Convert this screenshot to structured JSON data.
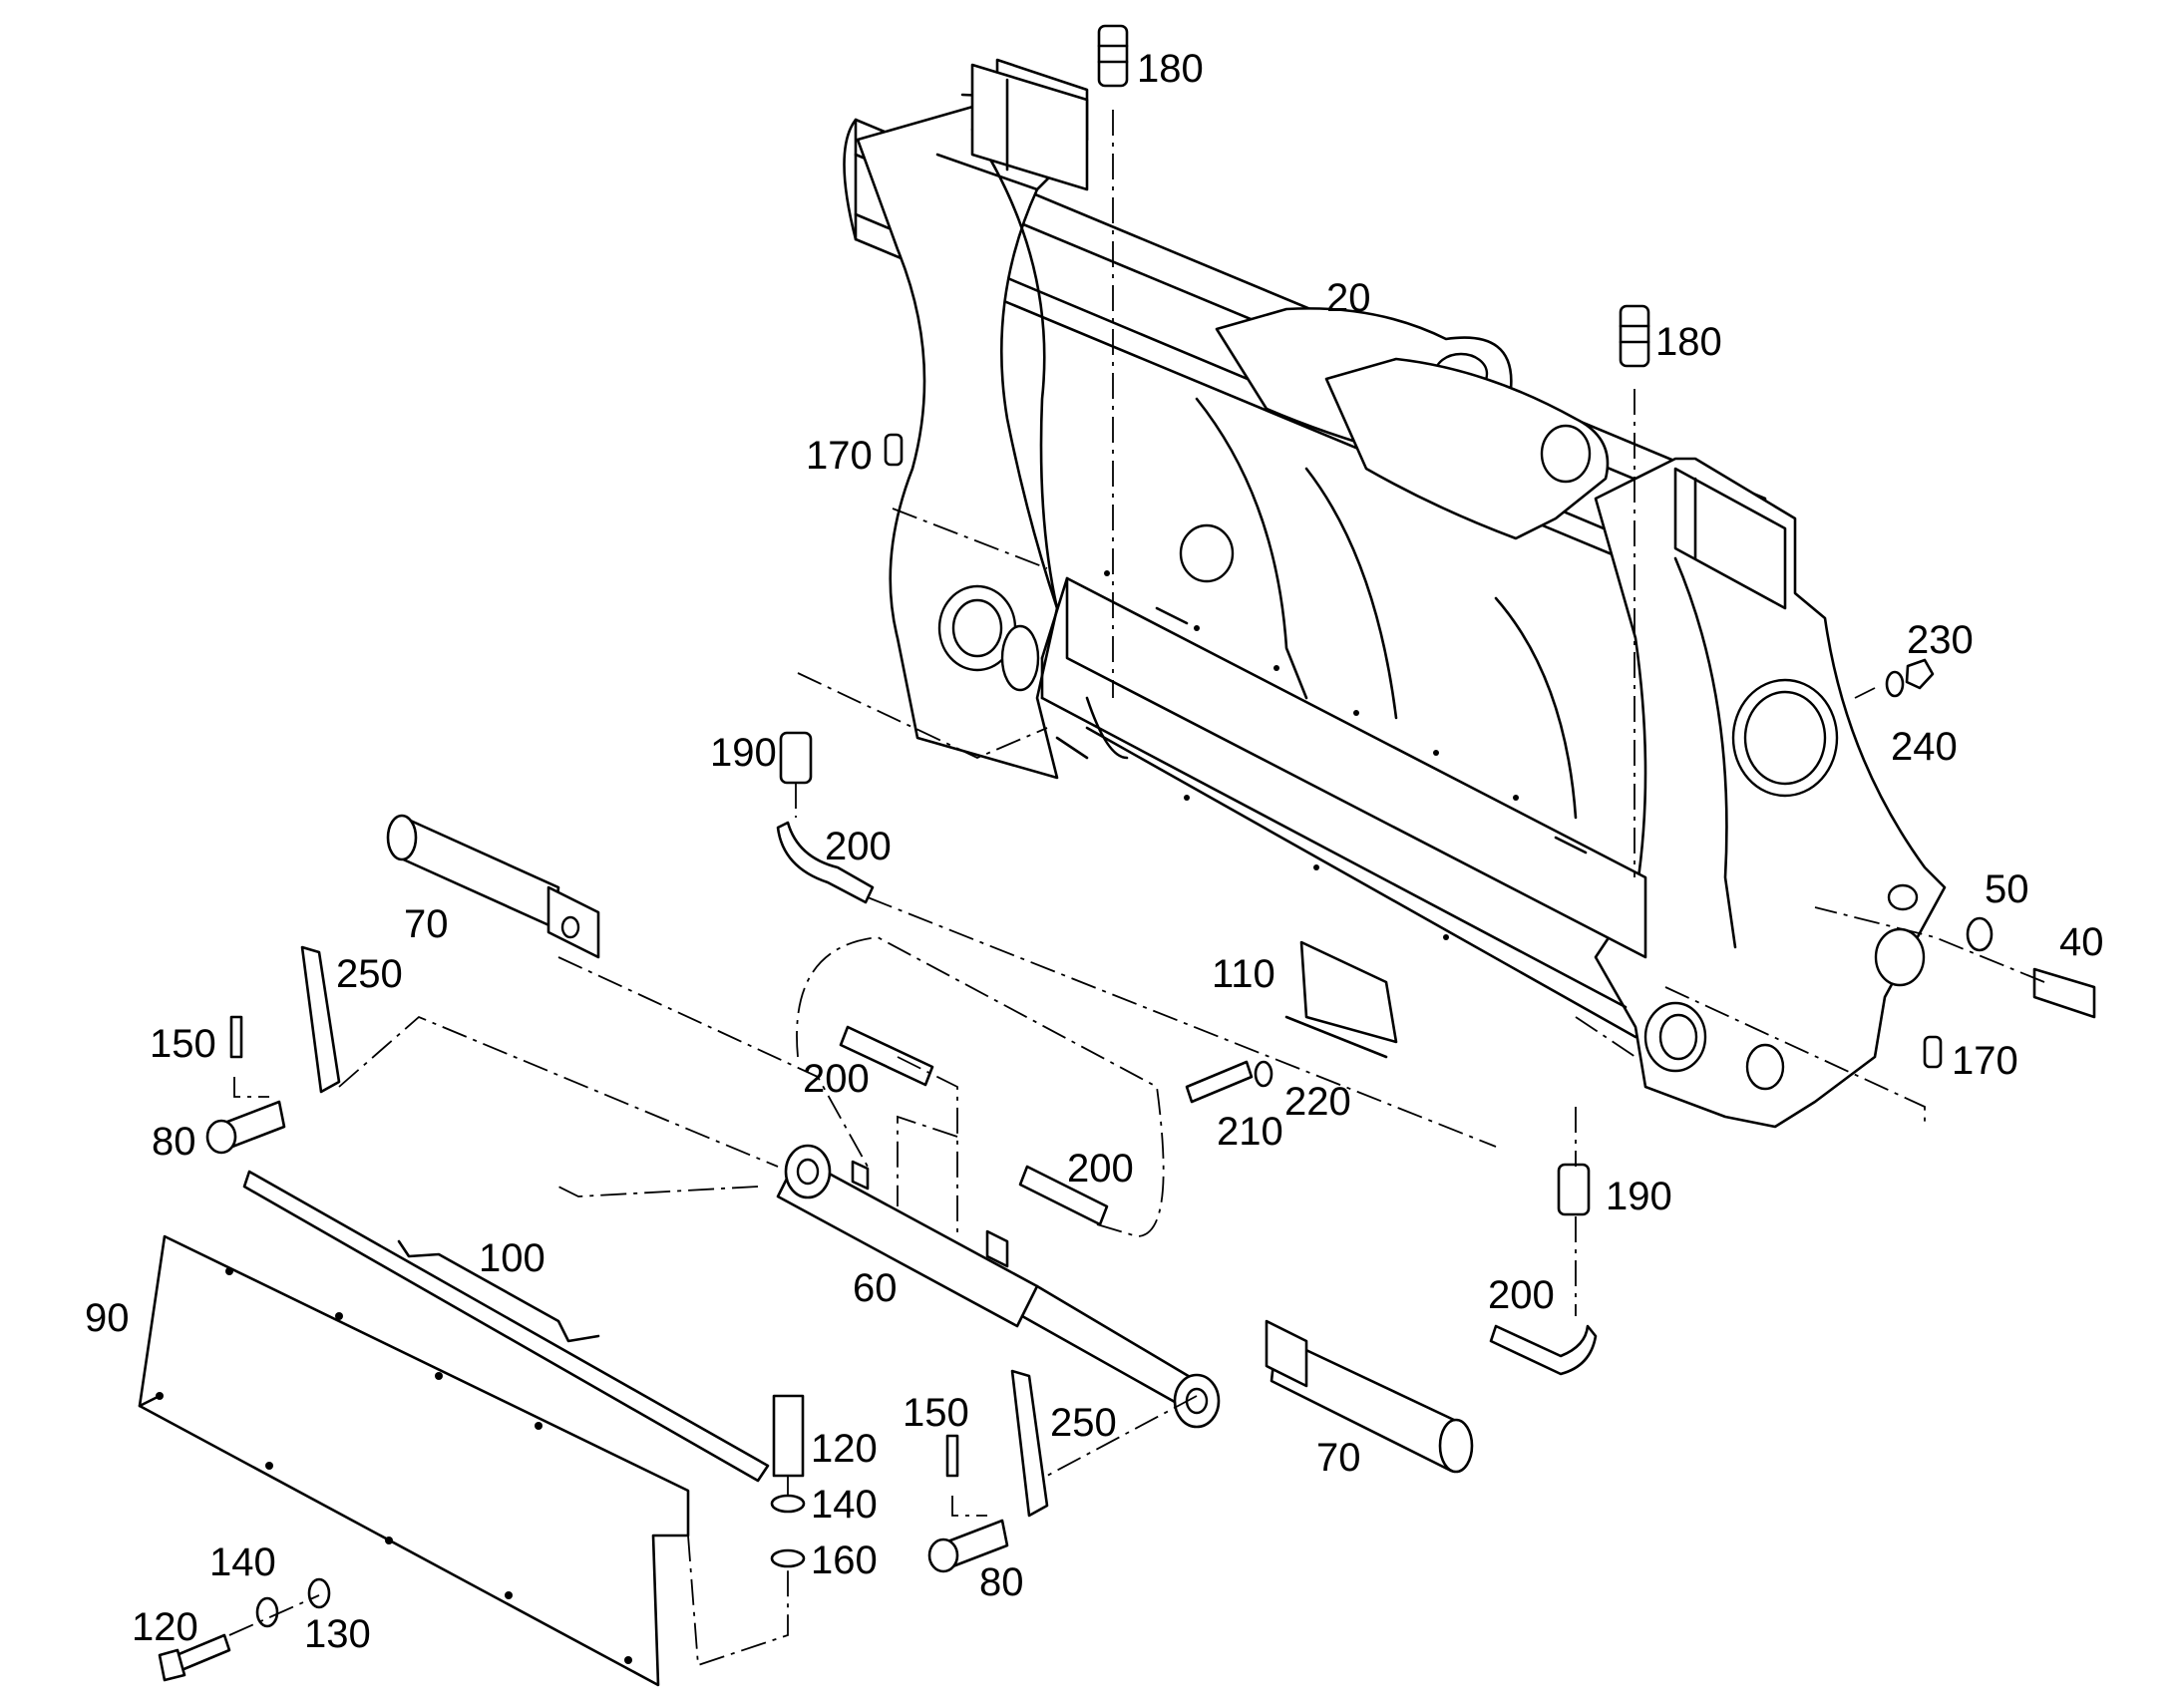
{
  "diagram": {
    "callouts": [
      {
        "id": "c180a",
        "text": "180"
      },
      {
        "id": "c20",
        "text": "20"
      },
      {
        "id": "c180b",
        "text": "180"
      },
      {
        "id": "c170a",
        "text": "170"
      },
      {
        "id": "c230",
        "text": "230"
      },
      {
        "id": "c240",
        "text": "240"
      },
      {
        "id": "c190a",
        "text": "190"
      },
      {
        "id": "c200a",
        "text": "200"
      },
      {
        "id": "c70a",
        "text": "70"
      },
      {
        "id": "c250a",
        "text": "250"
      },
      {
        "id": "c110",
        "text": "110"
      },
      {
        "id": "c50",
        "text": "50"
      },
      {
        "id": "c40",
        "text": "40"
      },
      {
        "id": "c150a",
        "text": "150"
      },
      {
        "id": "c200b",
        "text": "200"
      },
      {
        "id": "c220",
        "text": "220"
      },
      {
        "id": "c170b",
        "text": "170"
      },
      {
        "id": "c80a",
        "text": "80"
      },
      {
        "id": "c210",
        "text": "210"
      },
      {
        "id": "c200c",
        "text": "200"
      },
      {
        "id": "c190b",
        "text": "190"
      },
      {
        "id": "c100",
        "text": "100"
      },
      {
        "id": "c60",
        "text": "60"
      },
      {
        "id": "c90",
        "text": "90"
      },
      {
        "id": "c200d",
        "text": "200"
      },
      {
        "id": "c120a",
        "text": "120"
      },
      {
        "id": "c150b",
        "text": "150"
      },
      {
        "id": "c250b",
        "text": "250"
      },
      {
        "id": "c140a",
        "text": "140"
      },
      {
        "id": "c70b",
        "text": "70"
      },
      {
        "id": "c160",
        "text": "160"
      },
      {
        "id": "c140b",
        "text": "140"
      },
      {
        "id": "c80b",
        "text": "80"
      },
      {
        "id": "c120b",
        "text": "120"
      },
      {
        "id": "c130",
        "text": "130"
      }
    ]
  }
}
